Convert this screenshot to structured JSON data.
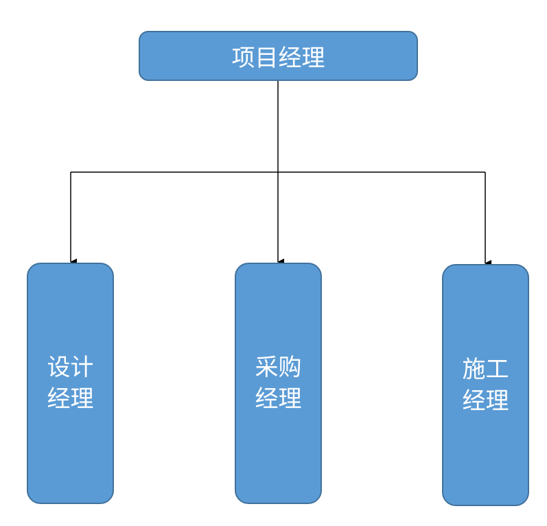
{
  "colors": {
    "box_fill": "#5b9bd5",
    "box_border": "#41719c",
    "connector": "#000000",
    "text": "#ffffff"
  },
  "root": {
    "label": "项目经理"
  },
  "children": [
    {
      "label": "设计经理"
    },
    {
      "label": "采购经理"
    },
    {
      "label": "施工经理"
    }
  ]
}
